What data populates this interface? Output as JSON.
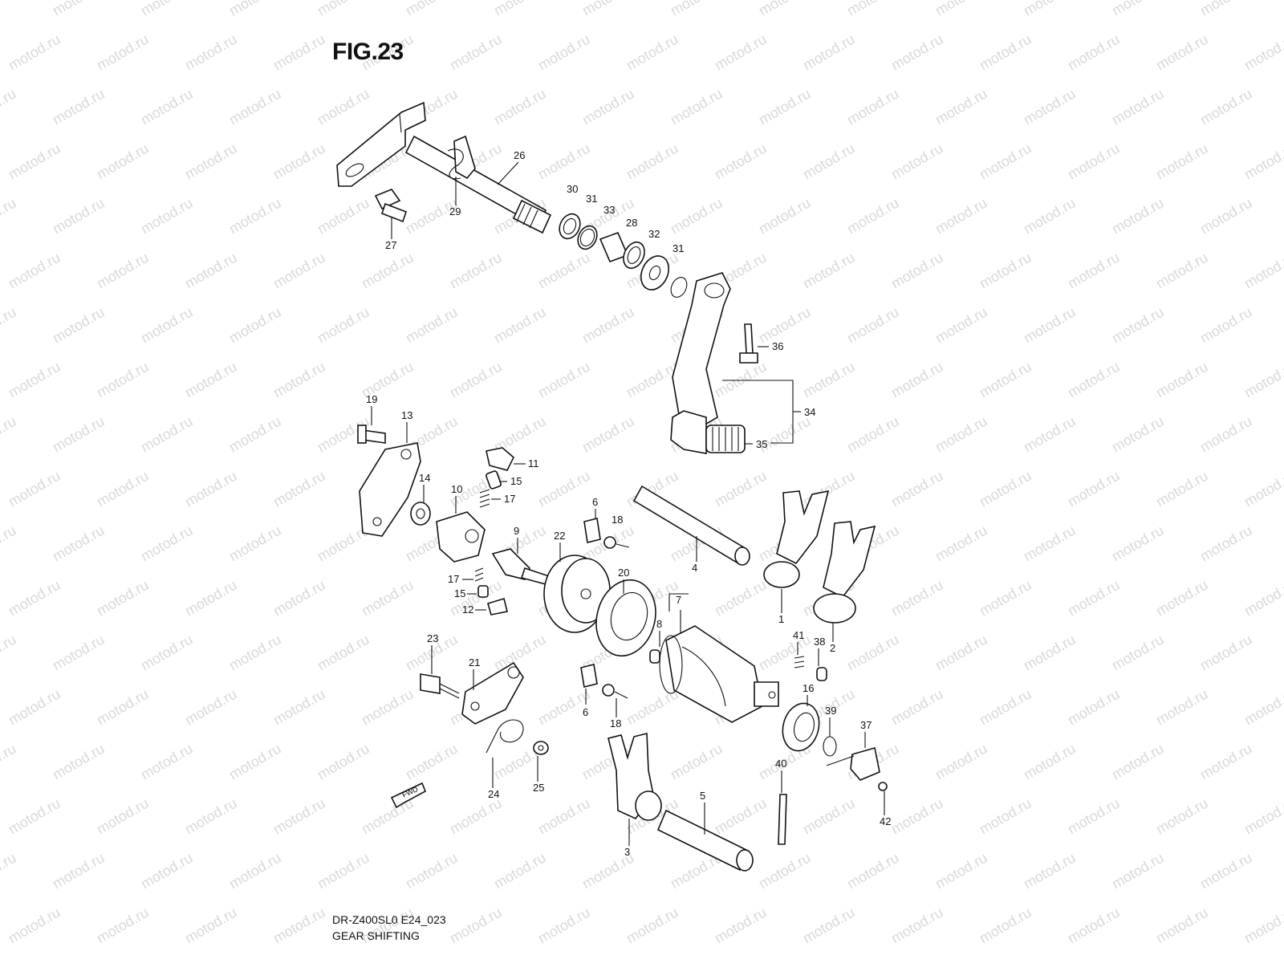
{
  "header": {
    "title": "FIG.23"
  },
  "footer": {
    "model_code": "DR-Z400SL0 E24_023",
    "caption": "GEAR SHIFTING"
  },
  "watermark": {
    "text": "motod.ru",
    "color": "#d9d9d9"
  },
  "arrow": {
    "label": "FWD"
  },
  "callouts": [
    "1",
    "2",
    "3",
    "4",
    "5",
    "6",
    "6",
    "7",
    "8",
    "9",
    "10",
    "11",
    "12",
    "13",
    "14",
    "15",
    "15",
    "16",
    "17",
    "17",
    "18",
    "18",
    "19",
    "20",
    "21",
    "22",
    "23",
    "24",
    "25",
    "26",
    "27",
    "28",
    "29",
    "30",
    "31",
    "31",
    "32",
    "33",
    "34",
    "35",
    "36",
    "37",
    "38",
    "39",
    "40",
    "41",
    "42"
  ]
}
